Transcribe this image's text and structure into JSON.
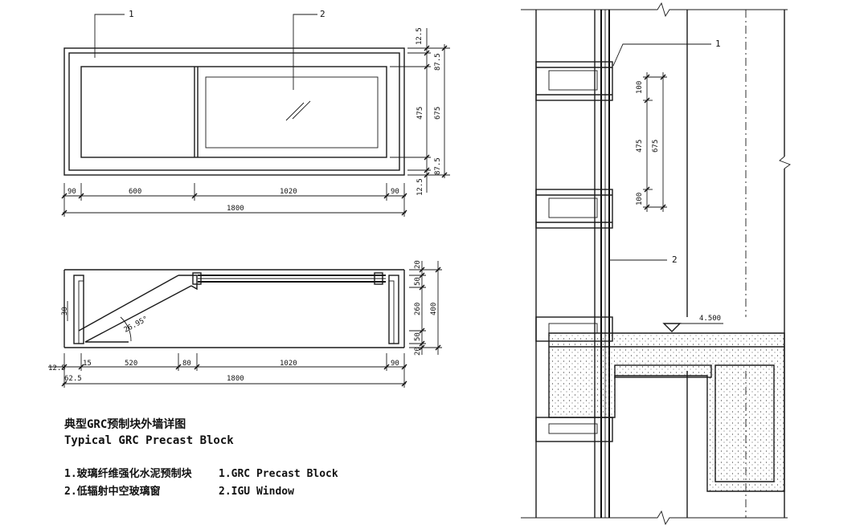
{
  "elevation": {
    "callouts": [
      "1",
      "2"
    ],
    "dims_top": [
      "90",
      "600",
      "1020",
      "90"
    ],
    "dim_total": "1800",
    "dims_right": [
      "12.5",
      "87.5",
      "475",
      "675",
      "87.5",
      "12.5"
    ]
  },
  "section": {
    "dims_bottom": [
      "12.5",
      "15",
      "520",
      "80",
      "1020",
      "90"
    ],
    "dim_offset": "62.5",
    "dim_total": "1800",
    "dims_right": [
      "20",
      "50",
      "260",
      "400",
      "50",
      "20"
    ],
    "dim_left": "30",
    "angle": "26.95°"
  },
  "wall_section": {
    "callouts": [
      "1",
      "2"
    ],
    "dims": [
      "100",
      "475",
      "675",
      "100"
    ],
    "level": "4.500"
  },
  "title": {
    "zh": "典型GRC预制块外墙详图",
    "en": "Typical GRC Precast Block"
  },
  "legend": {
    "zh": [
      "1.玻璃纤维强化水泥预制块",
      "2.低辐射中空玻璃窗"
    ],
    "en": [
      "1.GRC Precast Block",
      "2.IGU Window"
    ]
  }
}
